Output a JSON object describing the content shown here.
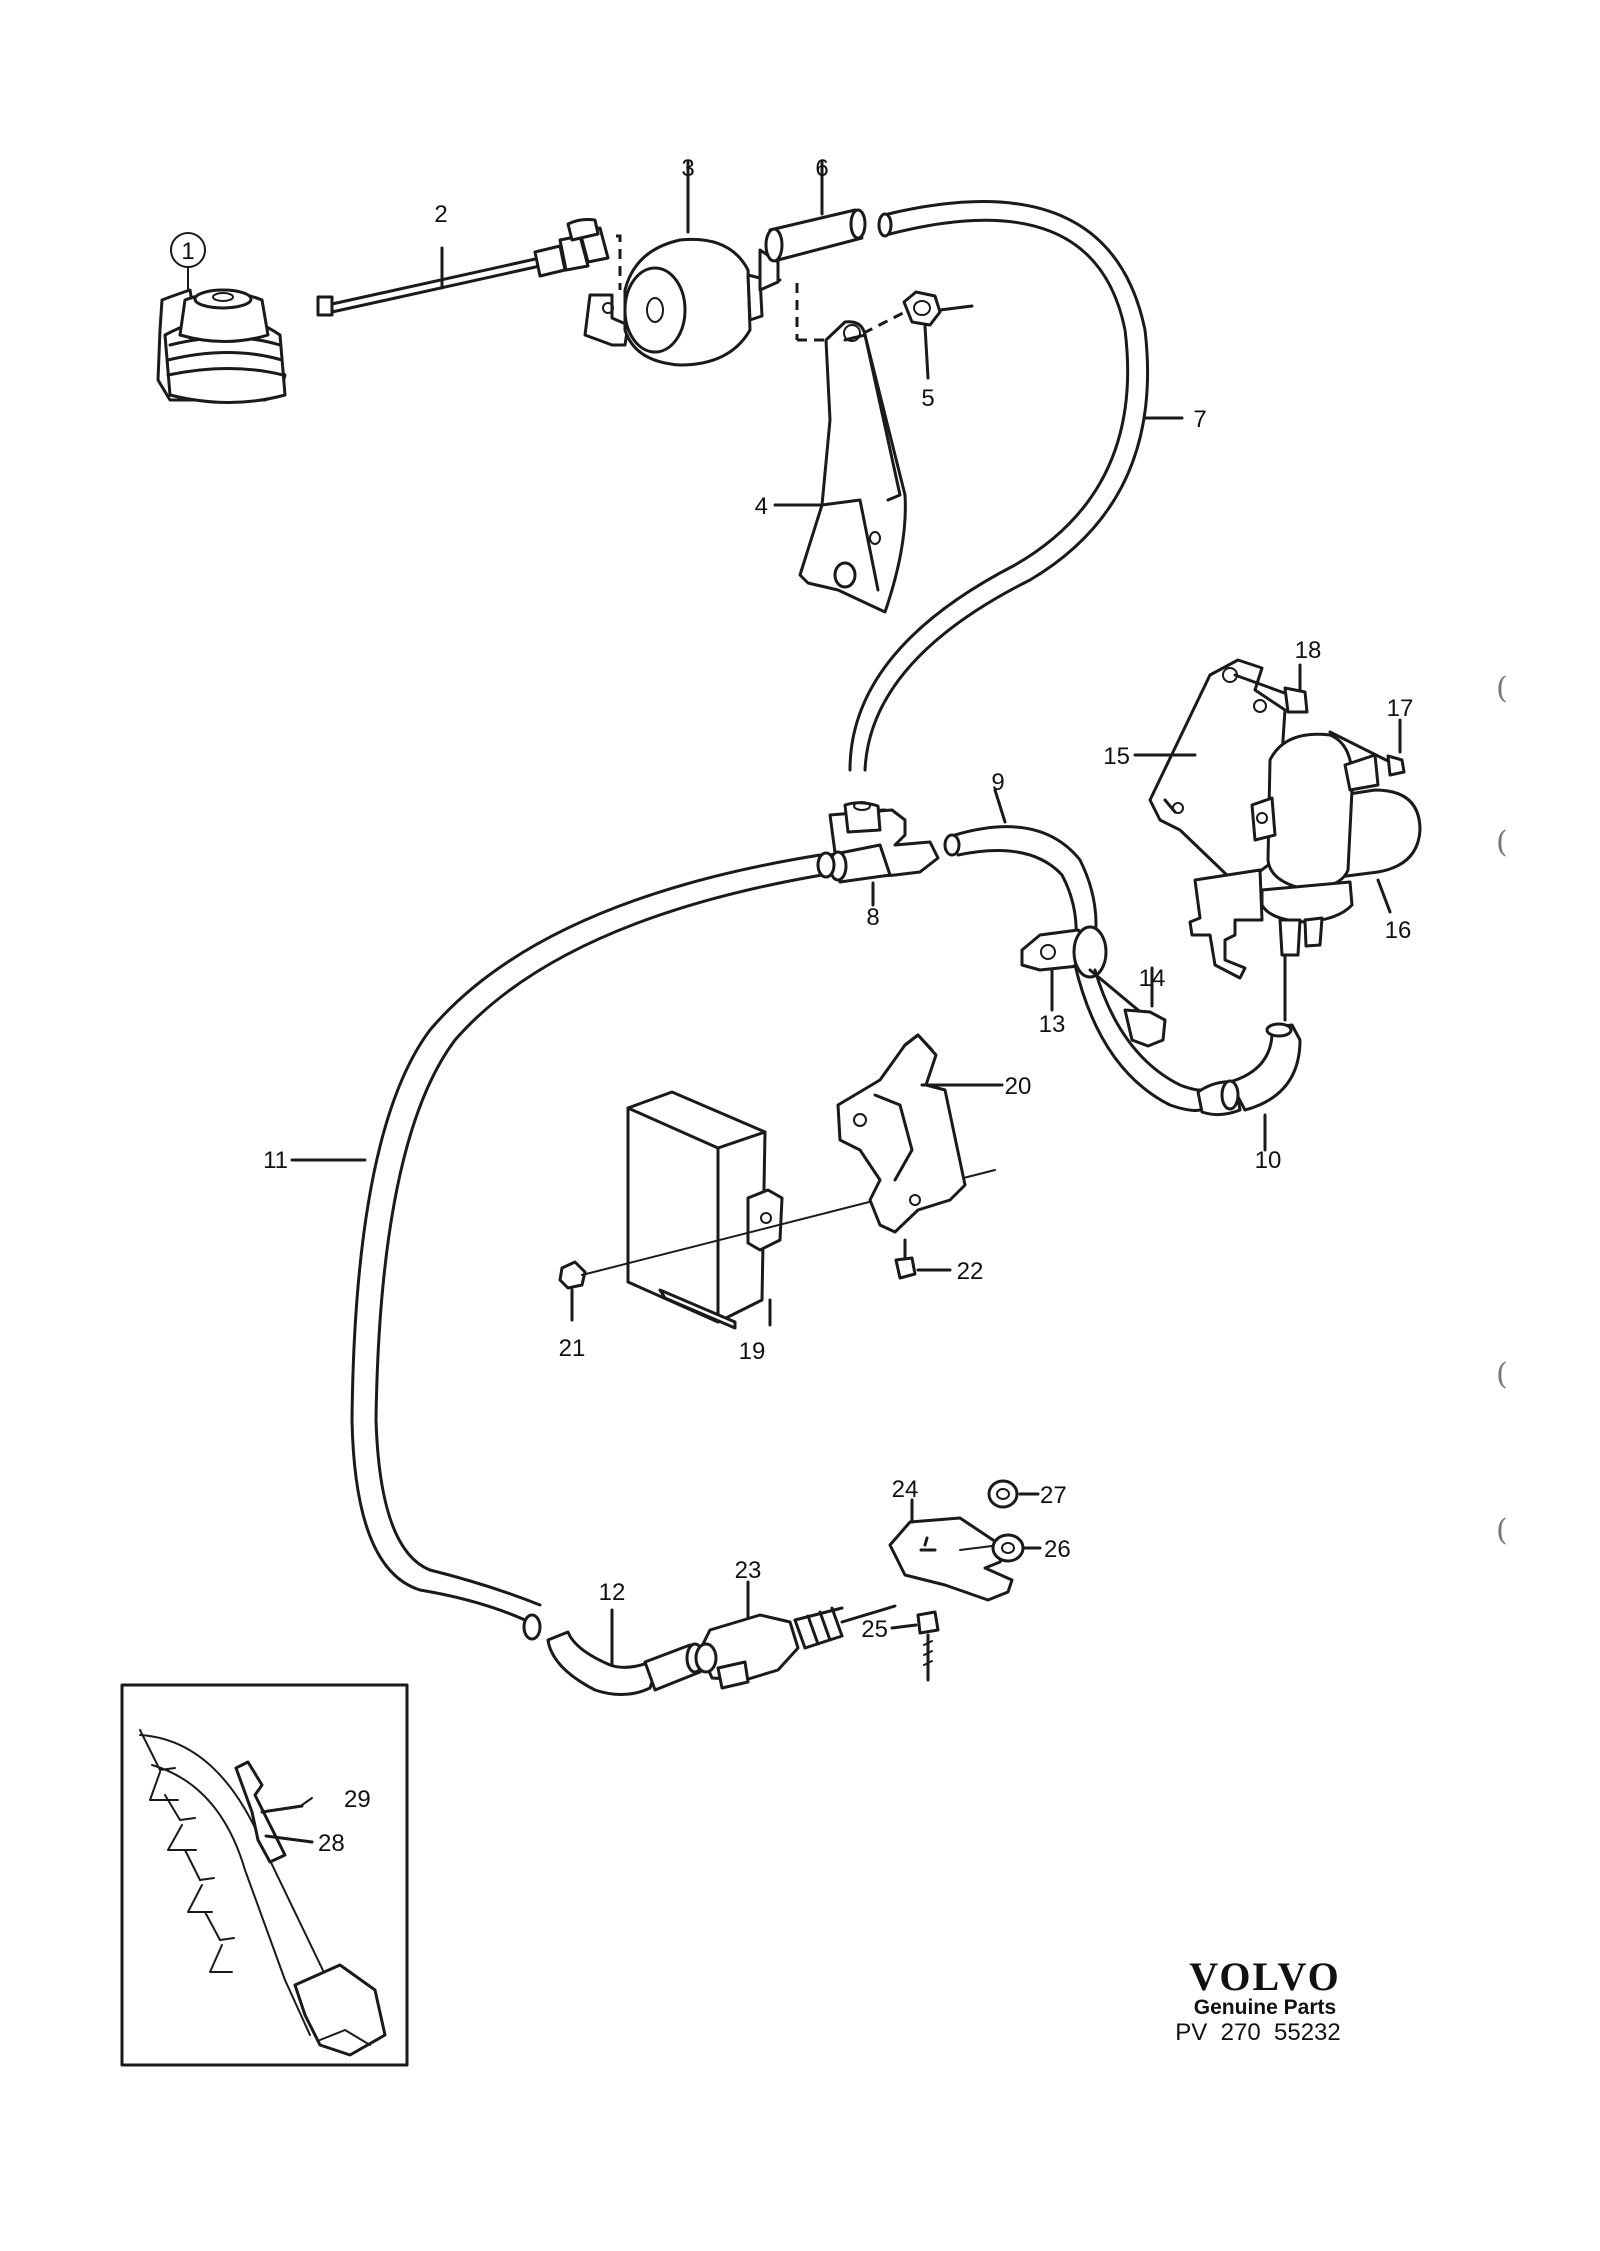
{
  "callouts": {
    "c1": "1",
    "c2": "2",
    "c3": "3",
    "c4": "4",
    "c5": "5",
    "c6": "6",
    "c7": "7",
    "c8": "8",
    "c9": "9",
    "c10": "10",
    "c11": "11",
    "c12": "12",
    "c13": "13",
    "c14": "14",
    "c15": "15",
    "c16": "16",
    "c17": "17",
    "c18": "18",
    "c19": "19",
    "c20": "20",
    "c21": "21",
    "c22": "22",
    "c23": "23",
    "c24": "24",
    "c25": "25",
    "c26": "26",
    "c27": "27",
    "c28": "28",
    "c29": "29"
  },
  "brand": {
    "logo": "VOLVO",
    "tagline": "Genuine Parts",
    "code": "PV  270  55232"
  },
  "margin_marks": [
    "(",
    "(",
    "(",
    "("
  ]
}
